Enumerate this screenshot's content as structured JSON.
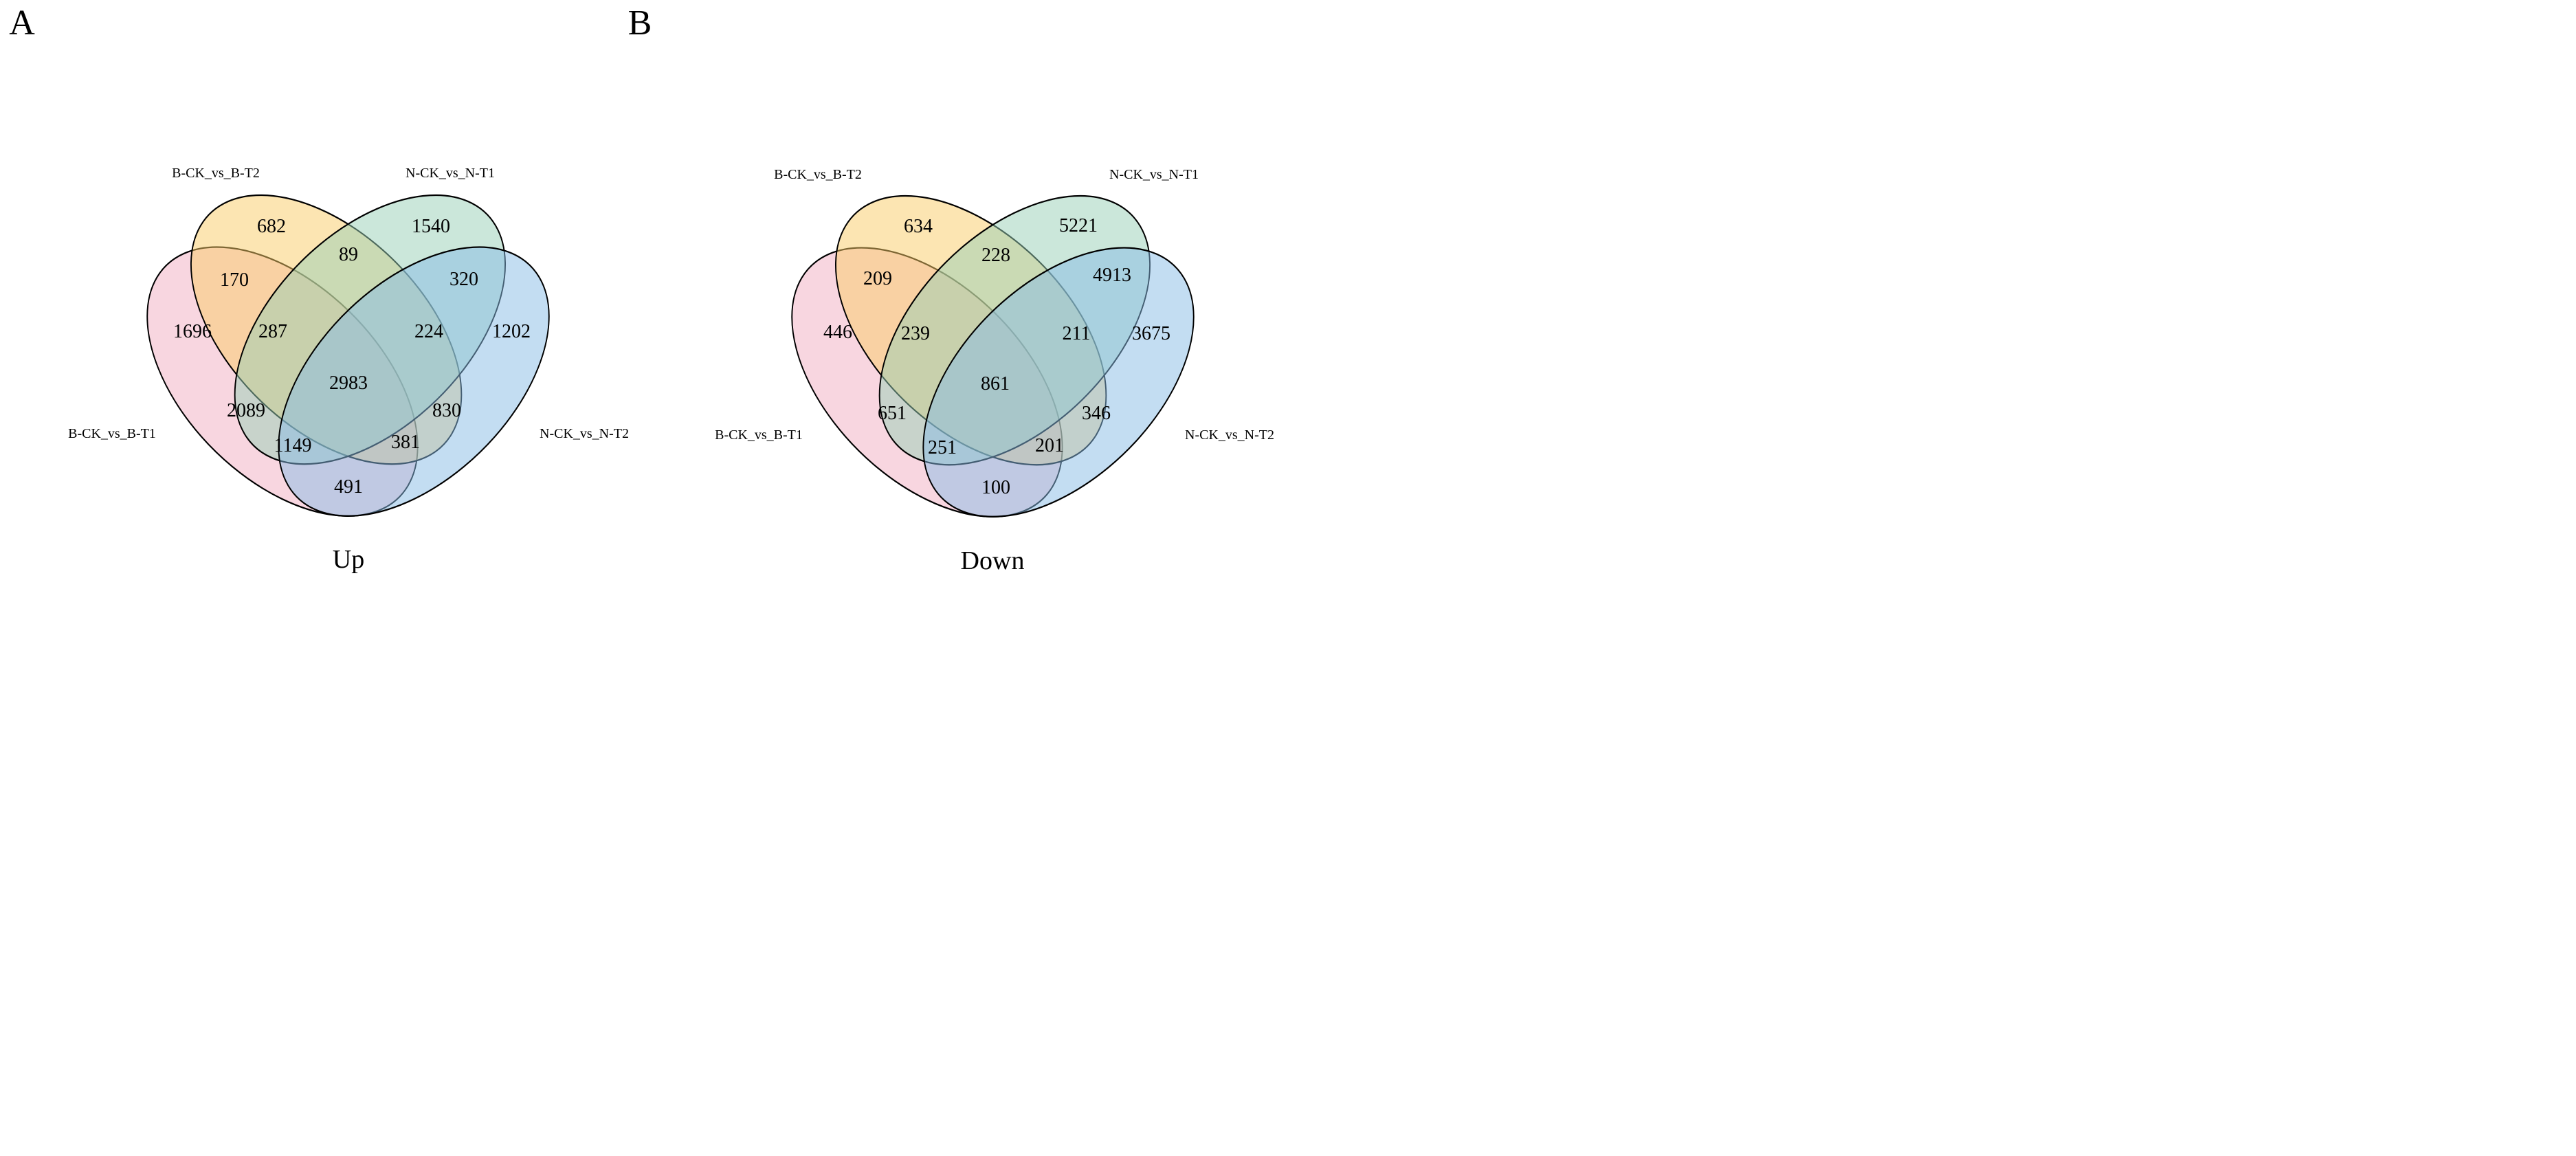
{
  "colors": {
    "set1_base": "#F1ADC1",
    "set2_base": "#F9CB65",
    "set3_base": "#97CFB5",
    "set4_base": "#87BBE5",
    "stroke": "#000000",
    "text": "#000000",
    "background": "#FFFFFF"
  },
  "chart_data": [
    {
      "type": "venn",
      "panel": "A",
      "title": "Up",
      "sets": [
        "B-CK_vs_B-T1",
        "B-CK_vs_B-T2",
        "N-CK_vs_N-T1",
        "N-CK_vs_N-T2"
      ],
      "set_visible_tints": [
        "#F8D6E0",
        "#FCE5B2",
        "#CBE7DA",
        "#C3DDF2"
      ],
      "counts": {
        "n1": 1696,
        "n2": 682,
        "n3": 1540,
        "n4": 1202,
        "n12": 170,
        "n13": 2089,
        "n14": 491,
        "n23": 89,
        "n24": 830,
        "n34": 320,
        "n123": 287,
        "n124": 381,
        "n134": 1149,
        "n234": 224,
        "n1234": 2983
      }
    },
    {
      "type": "venn",
      "panel": "B",
      "title": "Down",
      "sets": [
        "B-CK_vs_B-T1",
        "B-CK_vs_B-T2",
        "N-CK_vs_N-T1",
        "N-CK_vs_N-T2"
      ],
      "set_visible_tints": [
        "#F8D6E0",
        "#FCE5B2",
        "#CBE7DA",
        "#C3DDF2"
      ],
      "counts": {
        "n1": 446,
        "n2": 634,
        "n3": 5221,
        "n4": 3675,
        "n12": 209,
        "n13": 651,
        "n14": 100,
        "n23": 228,
        "n24": 346,
        "n34": 4913,
        "n123": 239,
        "n124": 201,
        "n134": 251,
        "n234": 211,
        "n1234": 861
      }
    }
  ]
}
